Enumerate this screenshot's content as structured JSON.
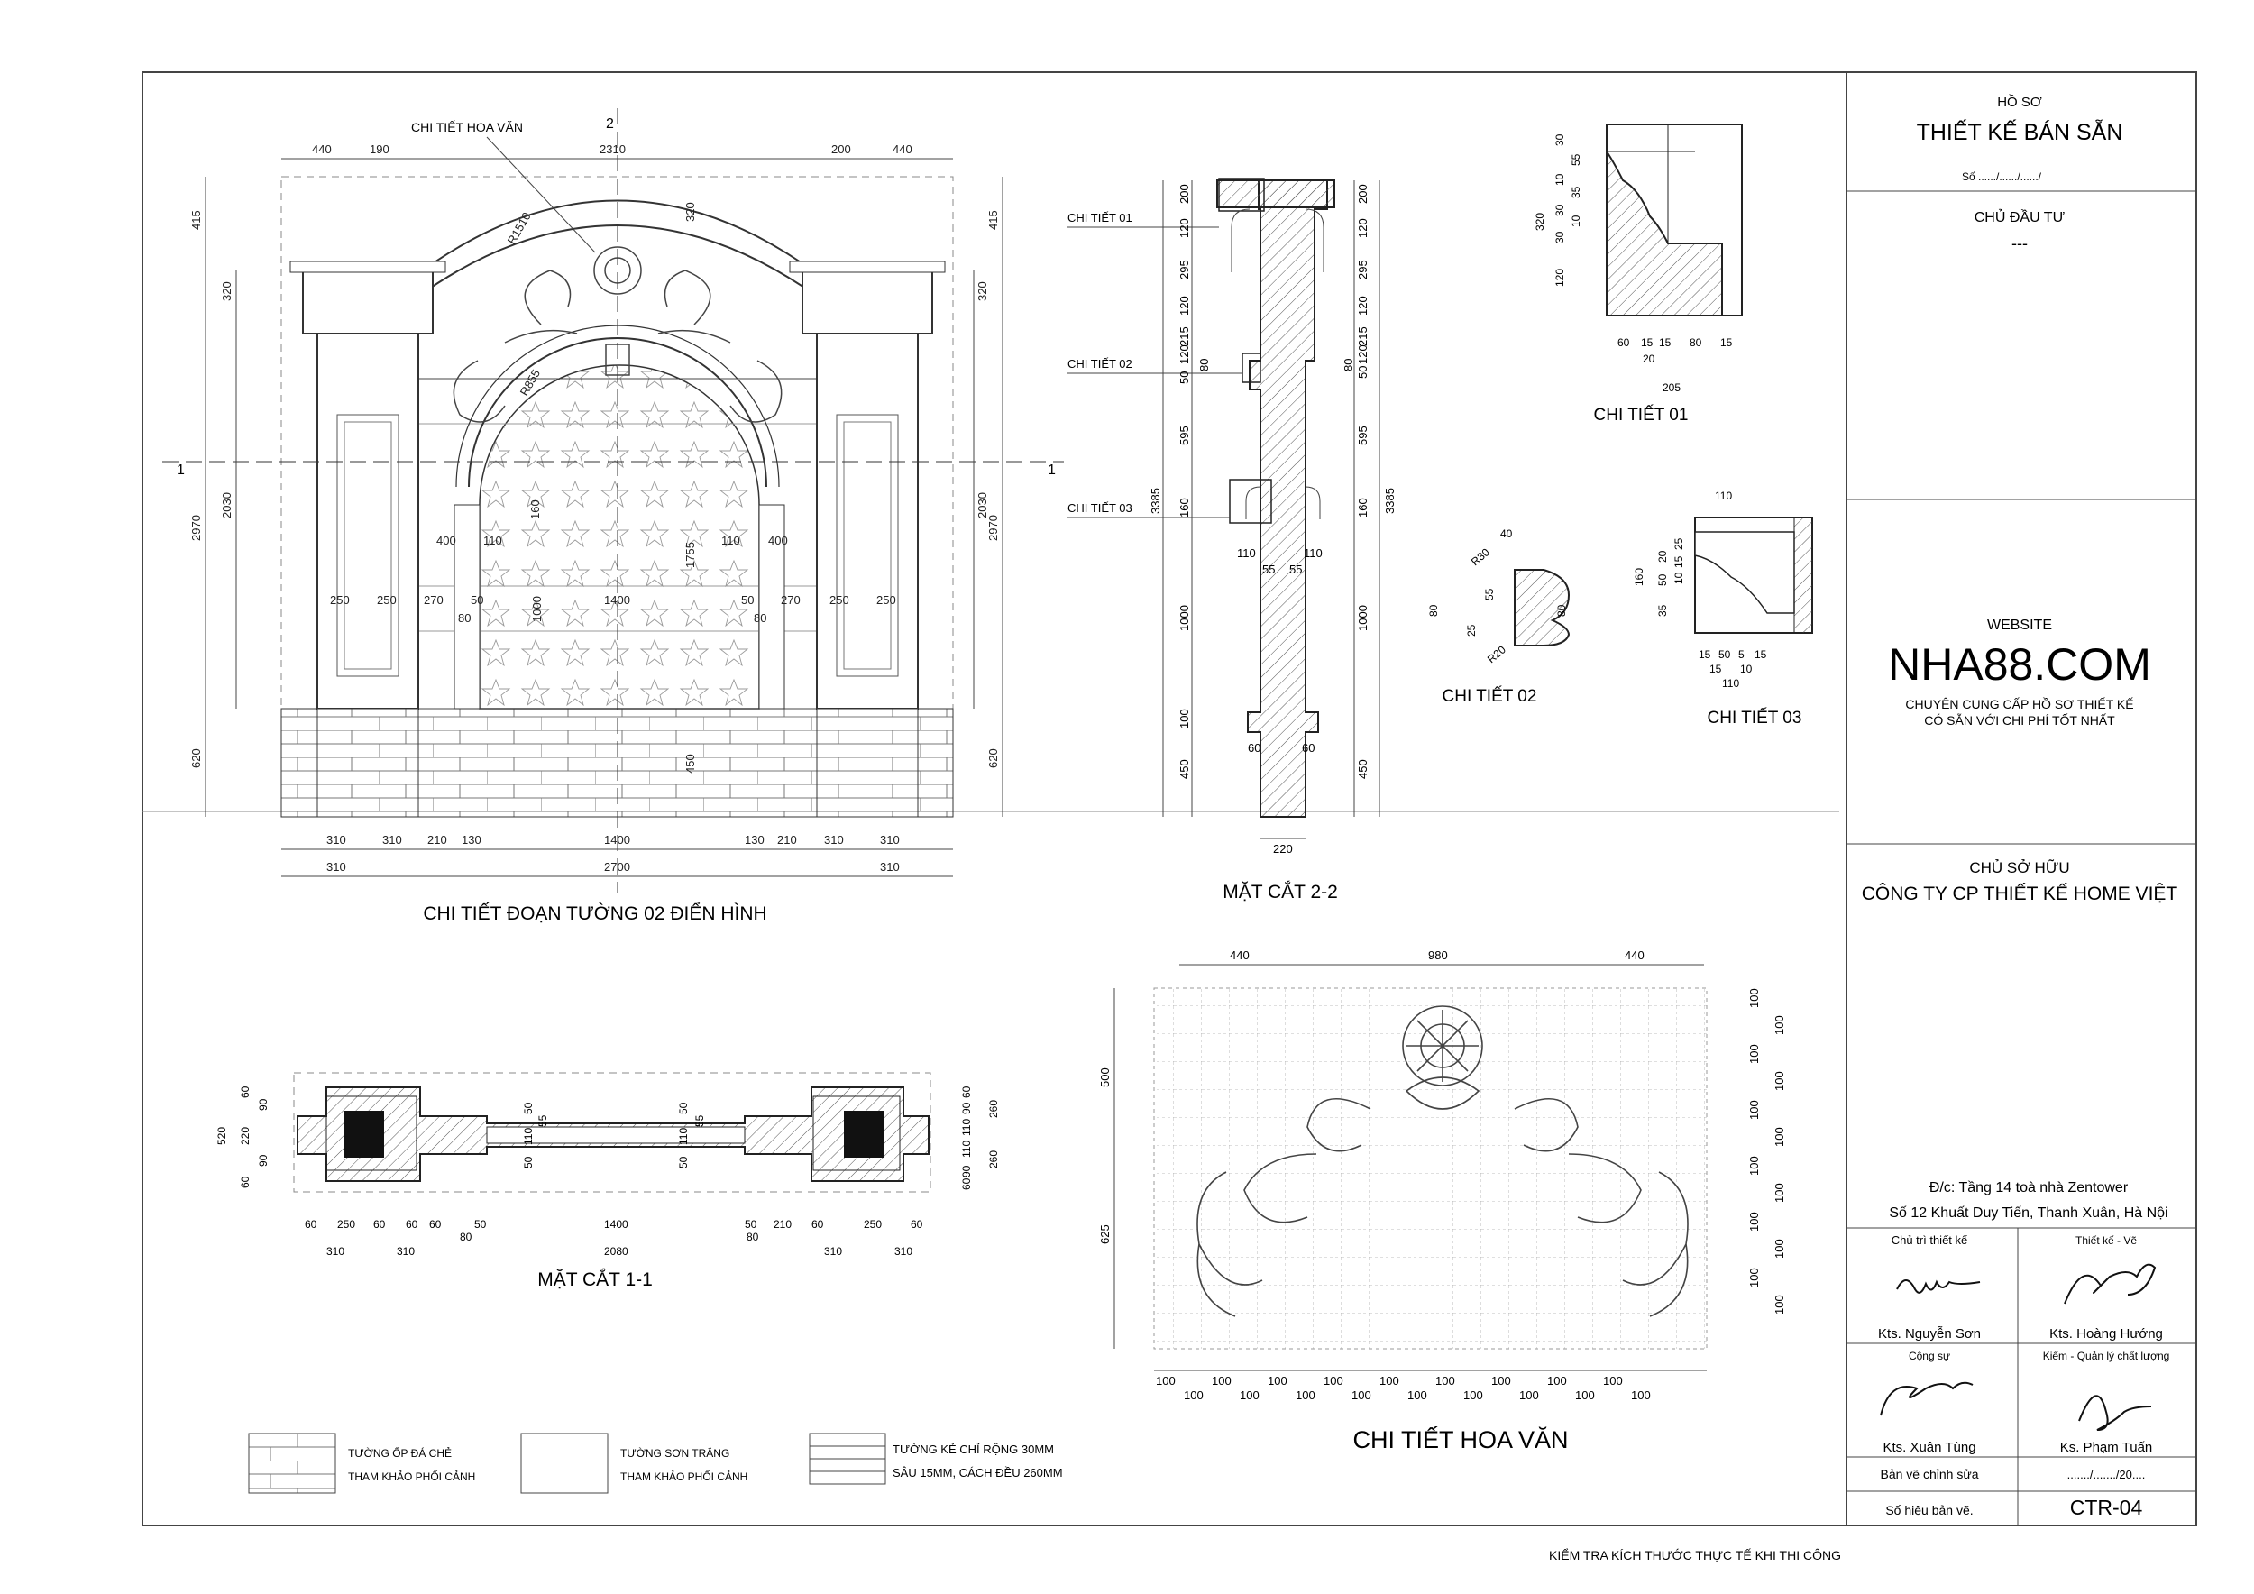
{
  "titleblock": {
    "ho_so": "HỒ SƠ",
    "thiet_ke": "THIẾT KẾ BÁN SẴN",
    "so": "Số ....../....../....../",
    "chu_dau_tu": "CHỦ ĐẦU TƯ",
    "dash": "---",
    "website_label": "WEBSITE",
    "website": "NHA88.COM",
    "slogan1": "CHUYÊN CUNG CẤP HỒ SƠ THIẾT KẾ",
    "slogan2": "CÓ SẴN VỚI CHI PHÍ TỐT NHẤT",
    "chu_so_huu": "CHỦ SỞ HỮU",
    "company": "CÔNG TY CP THIẾT KẾ HOME VIỆT",
    "addr1": "Đ/c: Tầng 14 toà nhà Zentower",
    "addr2": "Số 12 Khuất Duy Tiến, Thanh Xuân, Hà Nội",
    "role1": "Chủ trì thiết kế",
    "role2": "Thiết kế - Vẽ",
    "role3": "Cộng sự",
    "role4": "Kiểm - Quản lý chất lượng",
    "name1": "Kts. Nguyễn Sơn",
    "name2": "Kts. Hoàng Hướng",
    "name3": "Kts. Xuân Tùng",
    "name4": "Ks. Phạm Tuấn",
    "ban_ve_chinh_sua": "Bản vẽ chỉnh sửa",
    "date": "......./......./20....",
    "so_hieu": "Số hiệu bản vẽ.",
    "sheet_no": "CTR-04"
  },
  "footer_note": "KIỂM TRA KÍCH THƯỚC THỰC TẾ KHI THI CÔNG",
  "titles": {
    "elevation": "CHI TIẾT ĐOẠN TƯỜNG 02 ĐIỂN HÌNH",
    "section22": "MẶT CẮT 2-2",
    "section11": "MẶT CẮT 1-1",
    "ornament": "CHI TIẾT HOA VĂN",
    "d01": "CHI TIẾT 01",
    "d02": "CHI TIẾT 02",
    "d03": "CHI TIẾT 03"
  },
  "callouts": {
    "hoa_van": "CHI TIẾT HOA VĂN",
    "ct01": "CHI TIẾT 01",
    "ct02": "CHI TIẾT 02",
    "ct03": "CHI TIẾT 03",
    "sec2": "2",
    "sec1": "1"
  },
  "legend": {
    "stone1": "TƯỜNG ỐP ĐÁ CHẺ",
    "stone2": "THAM KHẢO PHỐI CẢNH",
    "paint1": "TƯỜNG SƠN TRẮNG",
    "paint2": "THAM KHẢO PHỐI CẢNH",
    "groove1": "TƯỜNG KẺ CHỈ RỘNG 30MM",
    "groove2": "SÂU 15MM, CÁCH ĐỀU 260MM"
  },
  "elevation_dims": {
    "top": [
      "440",
      "190",
      "2310",
      "200",
      "440"
    ],
    "bottom1": [
      "310",
      "310",
      "210",
      "130",
      "1400",
      "130",
      "210",
      "310",
      "310"
    ],
    "bottom2": [
      "310",
      "2700",
      "310"
    ],
    "left_outer": [
      "415",
      "2970",
      "620"
    ],
    "left_inner": [
      "320",
      "2030"
    ],
    "right_outer": [
      "415",
      "2970",
      "620"
    ],
    "right_inner": [
      "320",
      "2030"
    ],
    "inner": [
      "400",
      "110",
      "160",
      "1755",
      "110",
      "400",
      "250",
      "250",
      "270",
      "50",
      "80",
      "1000",
      "1400",
      "50",
      "80",
      "270",
      "250",
      "250",
      "450",
      "320",
      "R1510",
      "R855"
    ]
  },
  "section22_dims": {
    "left": [
      "200",
      "120",
      "295",
      "120",
      "215",
      "120",
      "50",
      "80",
      "595",
      "160",
      "1000",
      "100",
      "450"
    ],
    "overall": "3385",
    "right": [
      "200",
      "120",
      "295",
      "120",
      "215",
      "120",
      "50",
      "80",
      "595",
      "160",
      "1000",
      "450"
    ],
    "mid": [
      "110",
      "110",
      "55",
      "55",
      "60",
      "60"
    ],
    "bottom": "220"
  },
  "section11_dims": {
    "left": [
      "520",
      "60",
      "90",
      "220",
      "90",
      "60"
    ],
    "right": [
      "60",
      "90",
      "260",
      "110",
      "110",
      "90",
      "260",
      "60"
    ],
    "inner": [
      "50",
      "110",
      "50",
      "50",
      "110",
      "50",
      "55",
      "55"
    ],
    "bottom1": [
      "60",
      "250",
      "60",
      "50",
      "1400",
      "50",
      "60",
      "250",
      "60"
    ],
    "bottom2": [
      "310",
      "250",
      "80",
      "80",
      "210",
      "310",
      "250"
    ],
    "bottom3": [
      "310",
      "310",
      "2080",
      "310",
      "310"
    ],
    "bottom1b": [
      "60",
      "60",
      "210",
      "80"
    ]
  },
  "d01_dims": {
    "left_outer": "320",
    "left": [
      "30",
      "55",
      "10",
      "35",
      "30",
      "10",
      "30",
      "120"
    ],
    "bottom": [
      "60",
      "15",
      "15",
      "80",
      "15",
      "20",
      "205"
    ]
  },
  "d02_dims": {
    "vals": [
      "40",
      "R30",
      "55",
      "80",
      "25",
      "R20",
      "80"
    ]
  },
  "d03_dims": {
    "vals": [
      "110",
      "160",
      "35",
      "50",
      "20",
      "25",
      "15",
      "10",
      "15",
      "50",
      "5",
      "15",
      "15",
      "110",
      "10"
    ]
  },
  "ornament_dims": {
    "top": [
      "440",
      "980",
      "440"
    ],
    "left": [
      "500",
      "625"
    ],
    "right": [
      "100",
      "100",
      "100",
      "100",
      "100",
      "100",
      "100",
      "100",
      "100",
      "100",
      "100",
      "100"
    ],
    "bottom1": [
      "100",
      "100",
      "100",
      "100",
      "100",
      "100",
      "100",
      "100",
      "100"
    ],
    "bottom2": [
      "100",
      "100",
      "100",
      "100",
      "100",
      "100",
      "100",
      "100",
      "100"
    ]
  }
}
